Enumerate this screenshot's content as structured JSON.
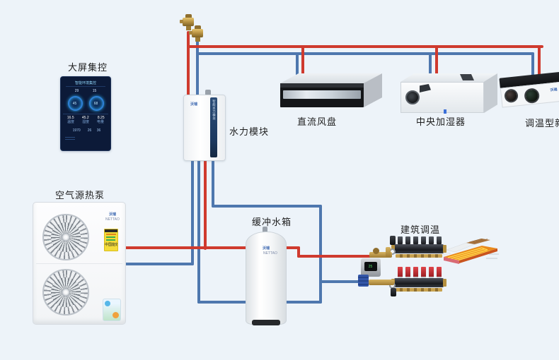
{
  "canvas": {
    "bg": "#edf3f9"
  },
  "colors": {
    "supply_pipe": "#cf3a2e",
    "return_pipe": "#4e77ae",
    "brass": "#b5903f",
    "screen_navy": "#0c1a38",
    "accent_cyan": "#2aa7e8"
  },
  "brand": {
    "zh": "沃瑞",
    "en": "NETTAO"
  },
  "labels": {
    "control": "大屏集控",
    "heat_pump": "空气源热泵",
    "hydraulic_module": "水力模块",
    "buffer_tank": "缓冲水箱",
    "fan_coil": "直流风盘",
    "humidifier": "中央加湿器",
    "fresh_air": "调温型新风",
    "building_temp": "建筑调温"
  },
  "control_screen": {
    "title": "智能环境集控",
    "readouts": [
      "29",
      "15"
    ],
    "dials": [
      "45",
      "68"
    ],
    "stats": [
      {
        "label": "温度",
        "value": "16.5"
      },
      {
        "label": "湿度",
        "value": "45.2"
      },
      {
        "label": "电量",
        "value": "8.25"
      }
    ],
    "footer": [
      "1970",
      "26",
      "36"
    ]
  },
  "hydraulic_module": {
    "stripe_text": "智能水力模块"
  },
  "heat_pump": {
    "energy_label": "中国能效标识"
  },
  "building": {
    "circuits": 6,
    "pump_display": "25"
  }
}
